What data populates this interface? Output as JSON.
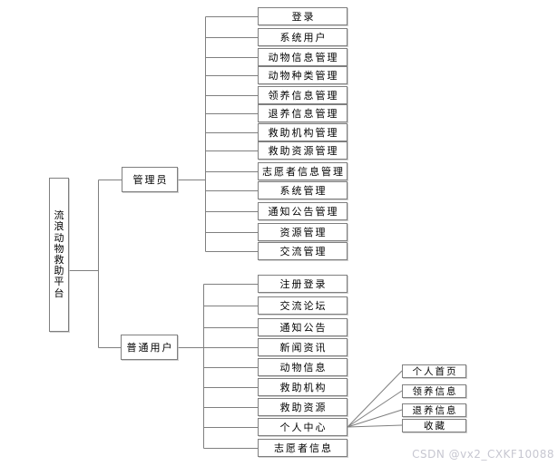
{
  "diagram": {
    "root": {
      "label": "流浪动物救助平台"
    },
    "branches": [
      {
        "label": "管理员",
        "items": [
          "登录",
          "系统用户",
          "动物信息管理",
          "动物种类管理",
          "领养信息管理",
          "退养信息管理",
          "救助机构管理",
          "救助资源管理",
          "志愿者信息管理",
          "系统管理",
          "通知公告管理",
          "资源管理",
          "交流管理"
        ]
      },
      {
        "label": "普通用户",
        "items": [
          "注册登录",
          "交流论坛",
          "通知公告",
          "新闻资讯",
          "动物信息",
          "救助机构",
          "救助资源",
          "个人中心",
          "志愿者信息"
        ]
      }
    ],
    "personal_center_children": [
      "个人首页",
      "领养信息",
      "退养信息",
      "收藏"
    ]
  },
  "watermark": {
    "text": "CSDN @vx2_CXKF10088"
  },
  "colors": {
    "border": "#7f7f7f",
    "text": "#000000",
    "background": "#ffffff",
    "watermark": "#c7c7d1"
  }
}
